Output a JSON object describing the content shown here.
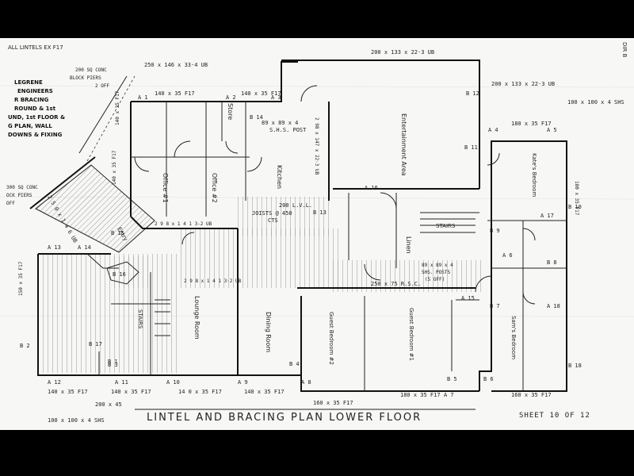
{
  "sheet": {
    "title": "LINTEL AND BRACING PLAN LOWER FLOOR",
    "sheet_number": "SHEET 10 OF 12"
  },
  "notes": {
    "top_left_header": "ALL LINTELS EX F17",
    "engineer_lines": [
      "LEGRENE",
      "ENGINEERS",
      "R BRACING",
      "ROUND & 1st",
      "UND, 1st FLOOR &",
      "G PLAN, WALL",
      "DOWNS & FIXING"
    ],
    "block_piers_top": [
      "200 SQ CONC",
      "BLOCK PIERS"
    ],
    "block_piers_left": [
      "300 SQ CONC",
      "OCK PIERS",
      "OFF"
    ],
    "two_off": "2 OFF",
    "dir_b": "DIR B",
    "joists": [
      "JOISTS @ 450",
      "CTS"
    ],
    "lvl": "200 L.V.L.",
    "shs_post": "S.H.S. POST",
    "shs_posts": [
      "89 x 89 x 4",
      "SHS. POSTS",
      "(5 OFF)"
    ]
  },
  "rooms": {
    "entertainment": "Entertainment Area",
    "store": "Store",
    "office1": "Office #1",
    "office2": "Office #2",
    "kitchen": "Kitchen",
    "lounge": "Lounge Room",
    "dining": "Dining Room",
    "guest2": "Guest Bedroom #2",
    "guest1": "Guest Bedroom #1",
    "linen": "Linen",
    "stairs_right": "STAIRS",
    "stairs_left": "STAIRS",
    "kates": "Kate's Bedroom",
    "sams": "Sam's Bedroom",
    "entry": "Entry"
  },
  "beams": {
    "b250_top": "250 x 146 x 33·4 UB",
    "b200_top": "200 x 133 x 22·3 UB",
    "b200_right": "200 x 133 x 22·3 UB",
    "b100_right": "100 x 100 x 4 SHS",
    "a1": "140 x 35 F17",
    "b140_top2": "140 x 35 F17",
    "b89": "89 x 89 x 4",
    "vert_kitchen": "2 98 x 147 x 22·3 UB",
    "vert_office": "140 x 35 F17",
    "vert_left": "140 x 35 F17",
    "ub_mid": "2 9 8 x 1 4 1 3-2 UB",
    "ub_lower": "2 9 8 x 1 4 1 3·2 UB",
    "rsc": "250 x 75 R.S.C.",
    "a6": "180 x 35 F17",
    "vert_right": "180 x 35 F17",
    "vert_far_left": "150 x 35 F17",
    "bot_a12": "140 x 35 F17",
    "bot_a11": "140 x 35 F17",
    "bot_a10": "14 0 x 35 F17",
    "bot_a9": "140 x 35 F17",
    "bot_a8": "160 x 35 F17",
    "bot_a7": "180 x 35 F17",
    "bot_a5": "160 x 35 F17",
    "bot_left": "100 x 100 x 4 SHS",
    "bot_200": "200 x 45",
    "diag_ub": "2 5 0 x 1 4 6 UB"
  },
  "markers": {
    "A1": "A 1",
    "A2": "A 2",
    "A3": "A 3",
    "A4": "A 4",
    "A5": "A 5",
    "A6": "A 6",
    "A7": "A 7",
    "A8": "A 8",
    "A9": "A 9",
    "A10": "A 10",
    "A11": "A 11",
    "A12": "A 12",
    "A13": "A 13",
    "A14": "A 14",
    "A15": "A 15",
    "A16": "A 16",
    "A17": "A 17",
    "A18": "A 18",
    "B1": "B 1",
    "B2": "B 2",
    "B3": "B 3",
    "B4": "B 4",
    "B5": "B 5",
    "B6": "B 6",
    "B7": "B 7",
    "B8": "B 8",
    "B9": "B 9",
    "B10": "B 10",
    "B11": "B 11",
    "B12": "B 12",
    "B13": "B 13",
    "B14": "B 14",
    "B15": "B 15",
    "B16": "B 16",
    "B17": "B 17",
    "B18": "B 18"
  }
}
